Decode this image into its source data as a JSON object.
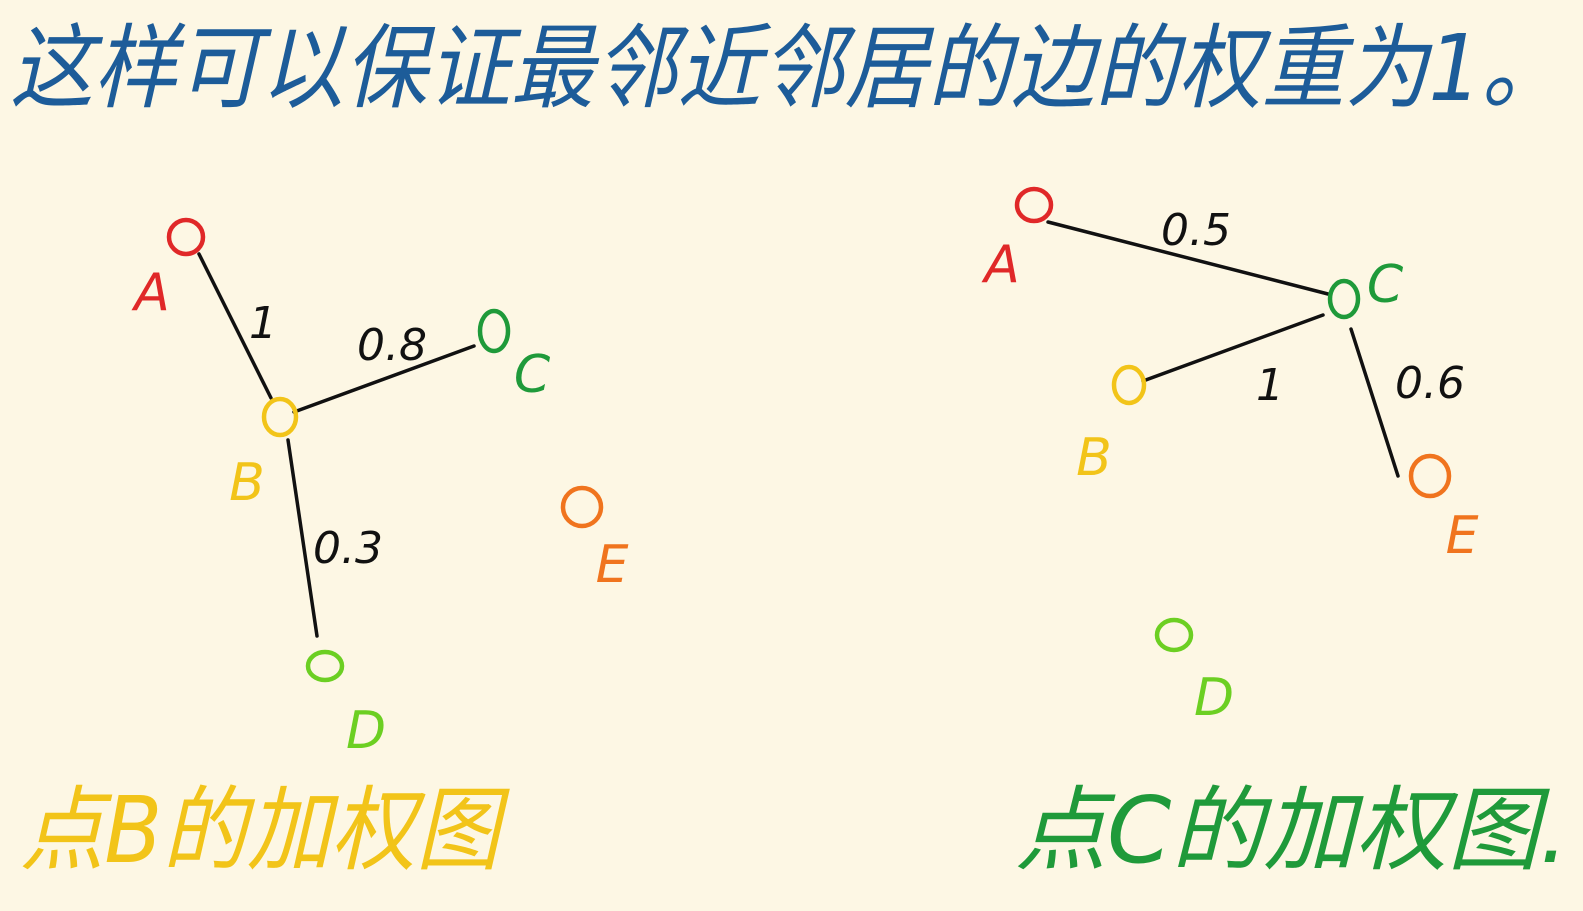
{
  "heading": "这样可以保证最邻近邻居的边的权重为1。",
  "colors": {
    "background": "#fdf7e4",
    "heading_text": "#1d5c99",
    "edge_line": "#111111",
    "A": "#e02828",
    "B": "#f2c419",
    "C": "#1f9a3a",
    "D": "#6ccf22",
    "E": "#f0741e",
    "left_caption": "#f2c419",
    "right_caption": "#1f9a3a"
  },
  "graphs": [
    {
      "id": "left",
      "caption": "点B的加权图",
      "nodes": [
        {
          "id": "A",
          "label": "A",
          "color": "A"
        },
        {
          "id": "B",
          "label": "B",
          "color": "B"
        },
        {
          "id": "C",
          "label": "C",
          "color": "C"
        },
        {
          "id": "D",
          "label": "D",
          "color": "D"
        },
        {
          "id": "E",
          "label": "E",
          "color": "E"
        }
      ],
      "edges": [
        {
          "from": "A",
          "to": "B",
          "weight": "1"
        },
        {
          "from": "B",
          "to": "C",
          "weight": "0.8"
        },
        {
          "from": "B",
          "to": "D",
          "weight": "0.3"
        }
      ]
    },
    {
      "id": "right",
      "caption": "点C的加权图.",
      "nodes": [
        {
          "id": "A",
          "label": "A",
          "color": "A"
        },
        {
          "id": "B",
          "label": "B",
          "color": "B"
        },
        {
          "id": "C",
          "label": "C",
          "color": "C"
        },
        {
          "id": "D",
          "label": "D",
          "color": "D"
        },
        {
          "id": "E",
          "label": "E",
          "color": "E"
        }
      ],
      "edges": [
        {
          "from": "A",
          "to": "C",
          "weight": "0.5"
        },
        {
          "from": "B",
          "to": "C",
          "weight": "1"
        },
        {
          "from": "C",
          "to": "E",
          "weight": "0.6"
        }
      ]
    }
  ]
}
